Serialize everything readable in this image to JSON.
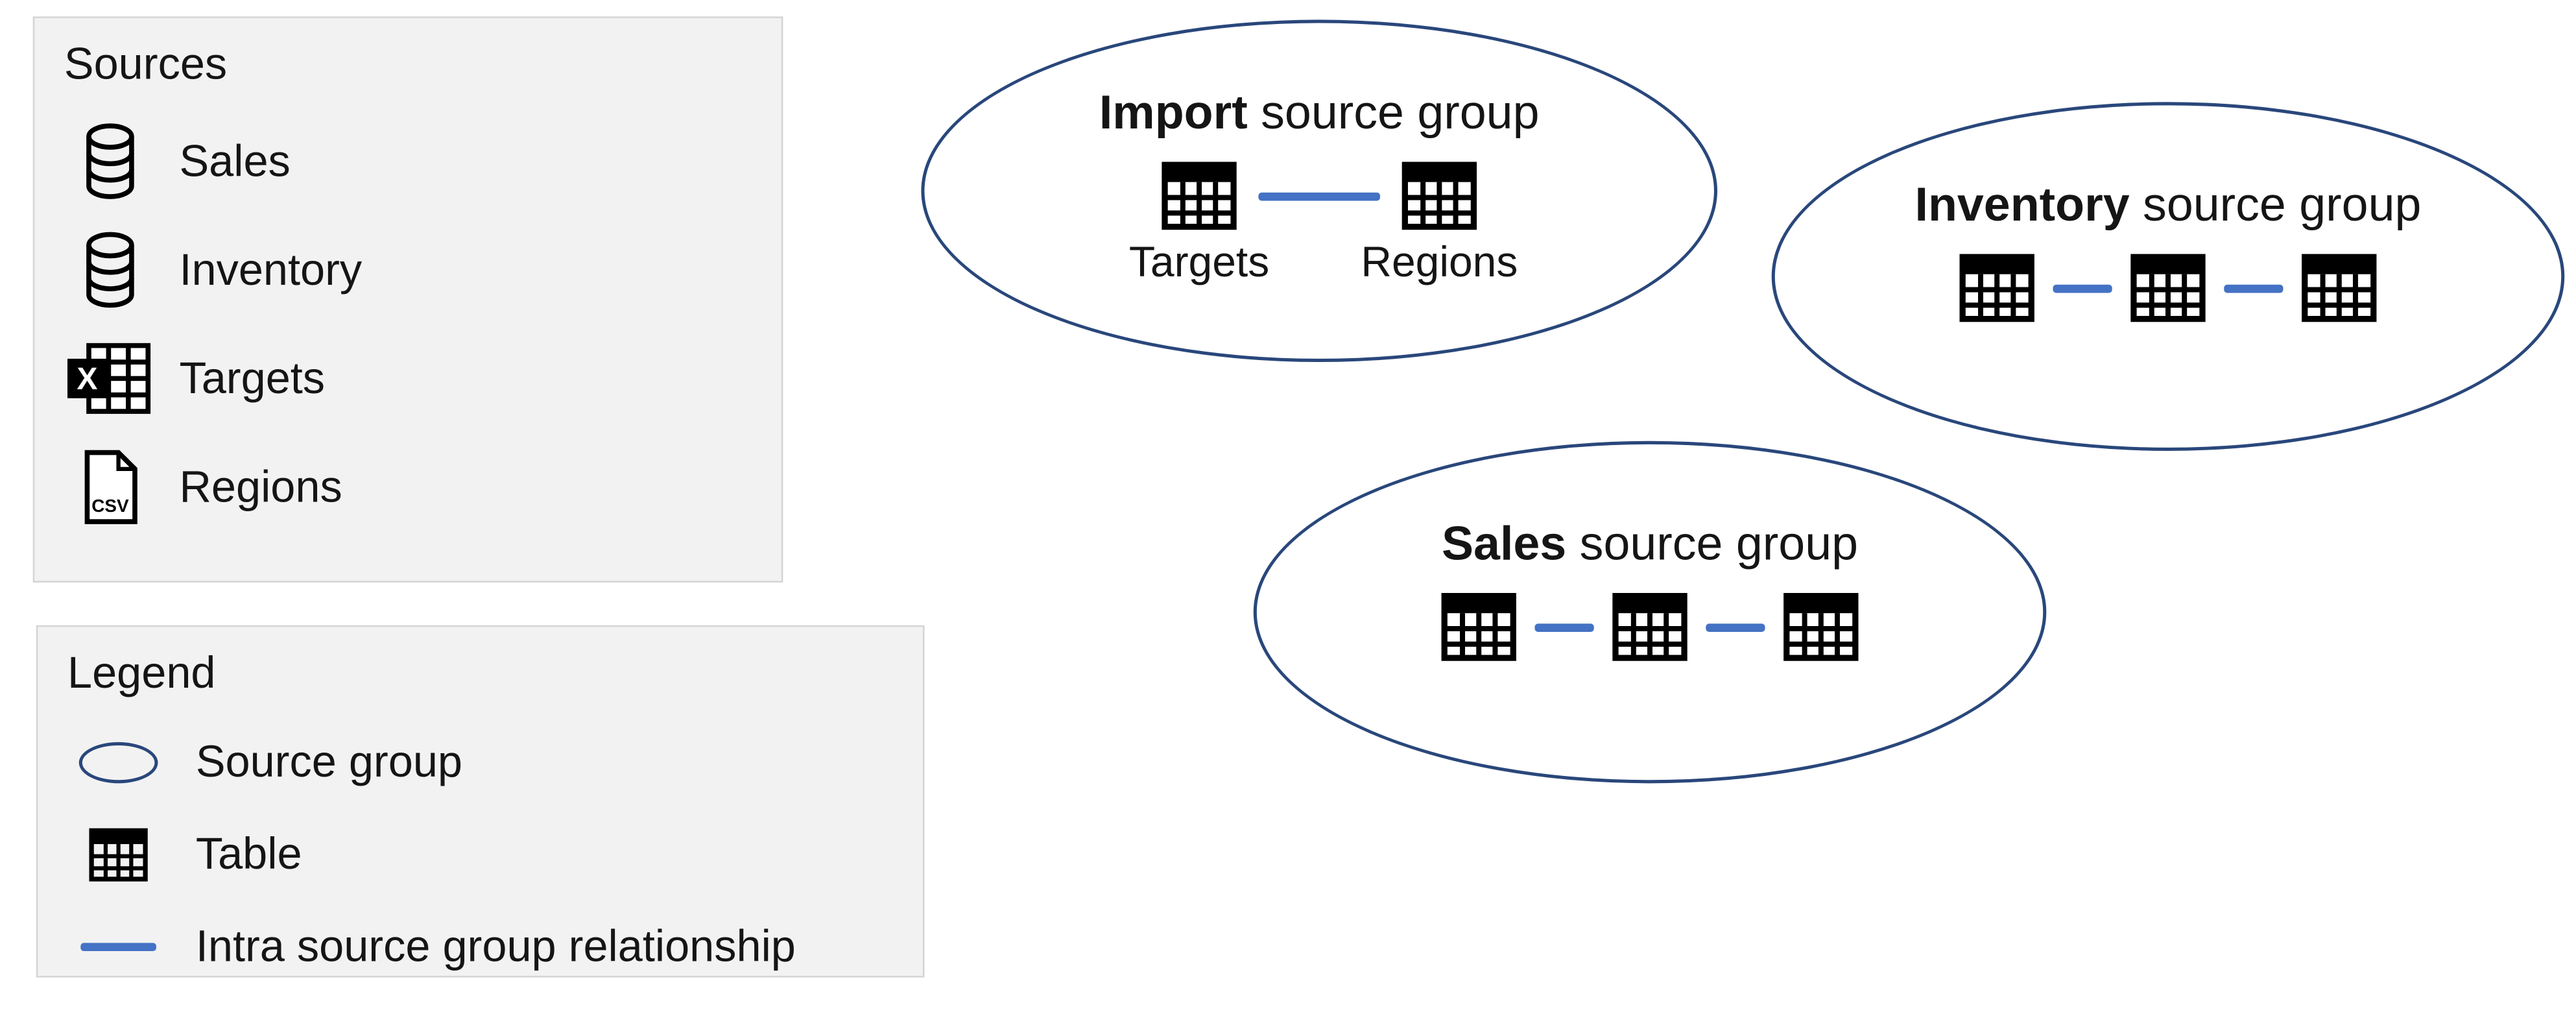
{
  "sources_panel": {
    "title": "Sources",
    "items": [
      {
        "label": "Sales",
        "icon": "database-icon"
      },
      {
        "label": "Inventory",
        "icon": "database-icon"
      },
      {
        "label": "Targets",
        "icon": "excel-workbook-icon"
      },
      {
        "label": "Regions",
        "icon": "csv-file-icon"
      }
    ]
  },
  "legend_panel": {
    "title": "Legend",
    "items": [
      {
        "label": "Source group",
        "icon": "source-group-ellipse-icon"
      },
      {
        "label": "Table",
        "icon": "table-icon"
      },
      {
        "label": "Intra source group relationship",
        "icon": "relationship-line-icon"
      }
    ]
  },
  "groups": [
    {
      "name": "Import",
      "suffix": " source group",
      "tables": [
        {
          "label": "Targets"
        },
        {
          "label": "Regions"
        }
      ]
    },
    {
      "name": "Inventory",
      "suffix": " source group",
      "tables": [
        {
          "label": ""
        },
        {
          "label": ""
        },
        {
          "label": ""
        }
      ]
    },
    {
      "name": "Sales",
      "suffix": " source group",
      "tables": [
        {
          "label": ""
        },
        {
          "label": ""
        },
        {
          "label": ""
        }
      ]
    }
  ],
  "colors": {
    "ellipse-stroke": "#29477B",
    "relationship-line": "#4472C4",
    "panel-bg": "#F2F2F2",
    "panel-border": "#D5D5D5",
    "text": "#151515"
  }
}
